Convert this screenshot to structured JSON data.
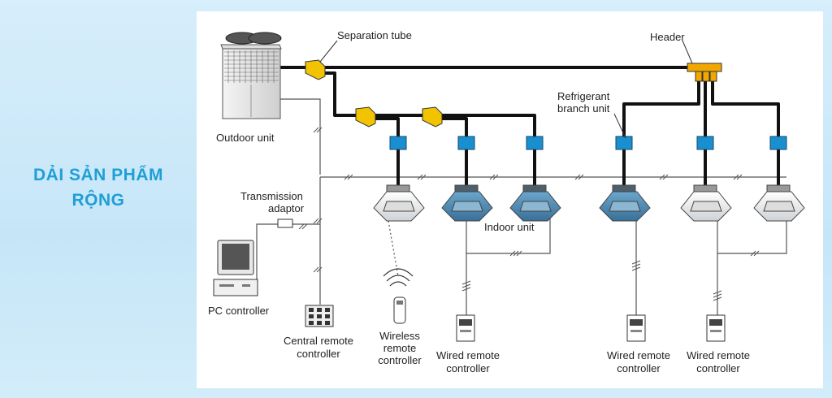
{
  "headline": {
    "line1": "DẢI SẢN PHẨM",
    "line2": "RỘNG"
  },
  "labels": {
    "separation_tube": "Separation tube",
    "header": "Header",
    "refrigerant_branch_1": "Refrigerant",
    "refrigerant_branch_2": "branch unit",
    "outdoor_unit": "Outdoor unit",
    "transmission_1": "Transmission",
    "transmission_2": "adaptor",
    "indoor_unit": "Indoor unit",
    "pc_controller": "PC controller",
    "central_remote_1": "Central remote",
    "central_remote_2": "controller",
    "wireless_1": "Wireless",
    "wireless_2": "remote",
    "wireless_3": "controller",
    "wired_1a": "Wired remote",
    "wired_1b": "controller",
    "wired_2a": "Wired remote",
    "wired_2b": "controller",
    "wired_3a": "Wired remote",
    "wired_3b": "controller"
  },
  "colors": {
    "headline": "#1f9fd6",
    "pipe": "#111111",
    "separation_tube": "#f2c300",
    "header": "#f0a800",
    "branch_unit": "#1a8fd0",
    "indoor_blue": "#3f7fa8",
    "indoor_white": "#e9e9e9",
    "signal_line": "#555555"
  },
  "icons": {
    "outdoor": "outdoor-unit-icon",
    "pc": "pc-icon",
    "central": "central-remote-icon",
    "wireless": "wireless-remote-icon",
    "wired": "wired-remote-icon",
    "indoor": "ceiling-cassette-icon"
  }
}
